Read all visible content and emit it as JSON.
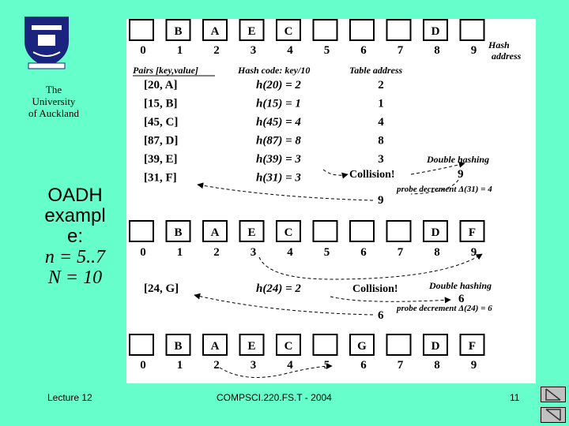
{
  "logo": {
    "university_line1": "The",
    "university_line2": "University",
    "university_line3": "of Auckland"
  },
  "slide": {
    "title_line1": "OADH",
    "title_line2": "exampl",
    "title_line3": "e:",
    "n_range": "n = 5..7",
    "N_value": "N = 10"
  },
  "hash_label": {
    "line1": "Hash",
    "line2": "address"
  },
  "indices": [
    "0",
    "1",
    "2",
    "3",
    "4",
    "5",
    "6",
    "7",
    "8",
    "9"
  ],
  "table1": [
    "",
    "B",
    "A",
    "E",
    "C",
    "",
    "",
    "",
    "D",
    ""
  ],
  "table2": [
    "",
    "B",
    "A",
    "E",
    "C",
    "",
    "",
    "",
    "D",
    "F"
  ],
  "table3": [
    "",
    "B",
    "A",
    "E",
    "C",
    "",
    "G",
    "",
    "D",
    "F"
  ],
  "headers": {
    "pairs": "Pairs [key,value]",
    "hash_code": "Hash code: key/10",
    "table_address": "Table address"
  },
  "rows": [
    {
      "pair": "[20, A]",
      "hash": "h(20) = 2",
      "addr": "2"
    },
    {
      "pair": "[15, B]",
      "hash": "h(15) = 1",
      "addr": "1"
    },
    {
      "pair": "[45, C]",
      "hash": "h(45) = 4",
      "addr": "4"
    },
    {
      "pair": "[87, D]",
      "hash": "h(87) = 8",
      "addr": "8"
    },
    {
      "pair": "[39, E]",
      "hash": "h(39) = 3",
      "addr": "3"
    },
    {
      "pair": "[31, F]",
      "hash": "h(31) = 3",
      "addr": ""
    }
  ],
  "collision1": {
    "label": "Collision!",
    "double_hashing": "Double hashing",
    "result": "9",
    "probe": "probe decrement Δ(31) = 4",
    "back": "9"
  },
  "insert_g": {
    "pair": "[24, G]",
    "hash": "h(24) = 2",
    "collision": "Collision!",
    "double_hashing": "Double hashing",
    "result": "6",
    "probe": "probe decrement Δ(24) = 6",
    "back": "6"
  },
  "footer": {
    "lecture": "Lecture 12",
    "course": "COMPSCI.220.FS.T - 2004",
    "page": "11"
  }
}
